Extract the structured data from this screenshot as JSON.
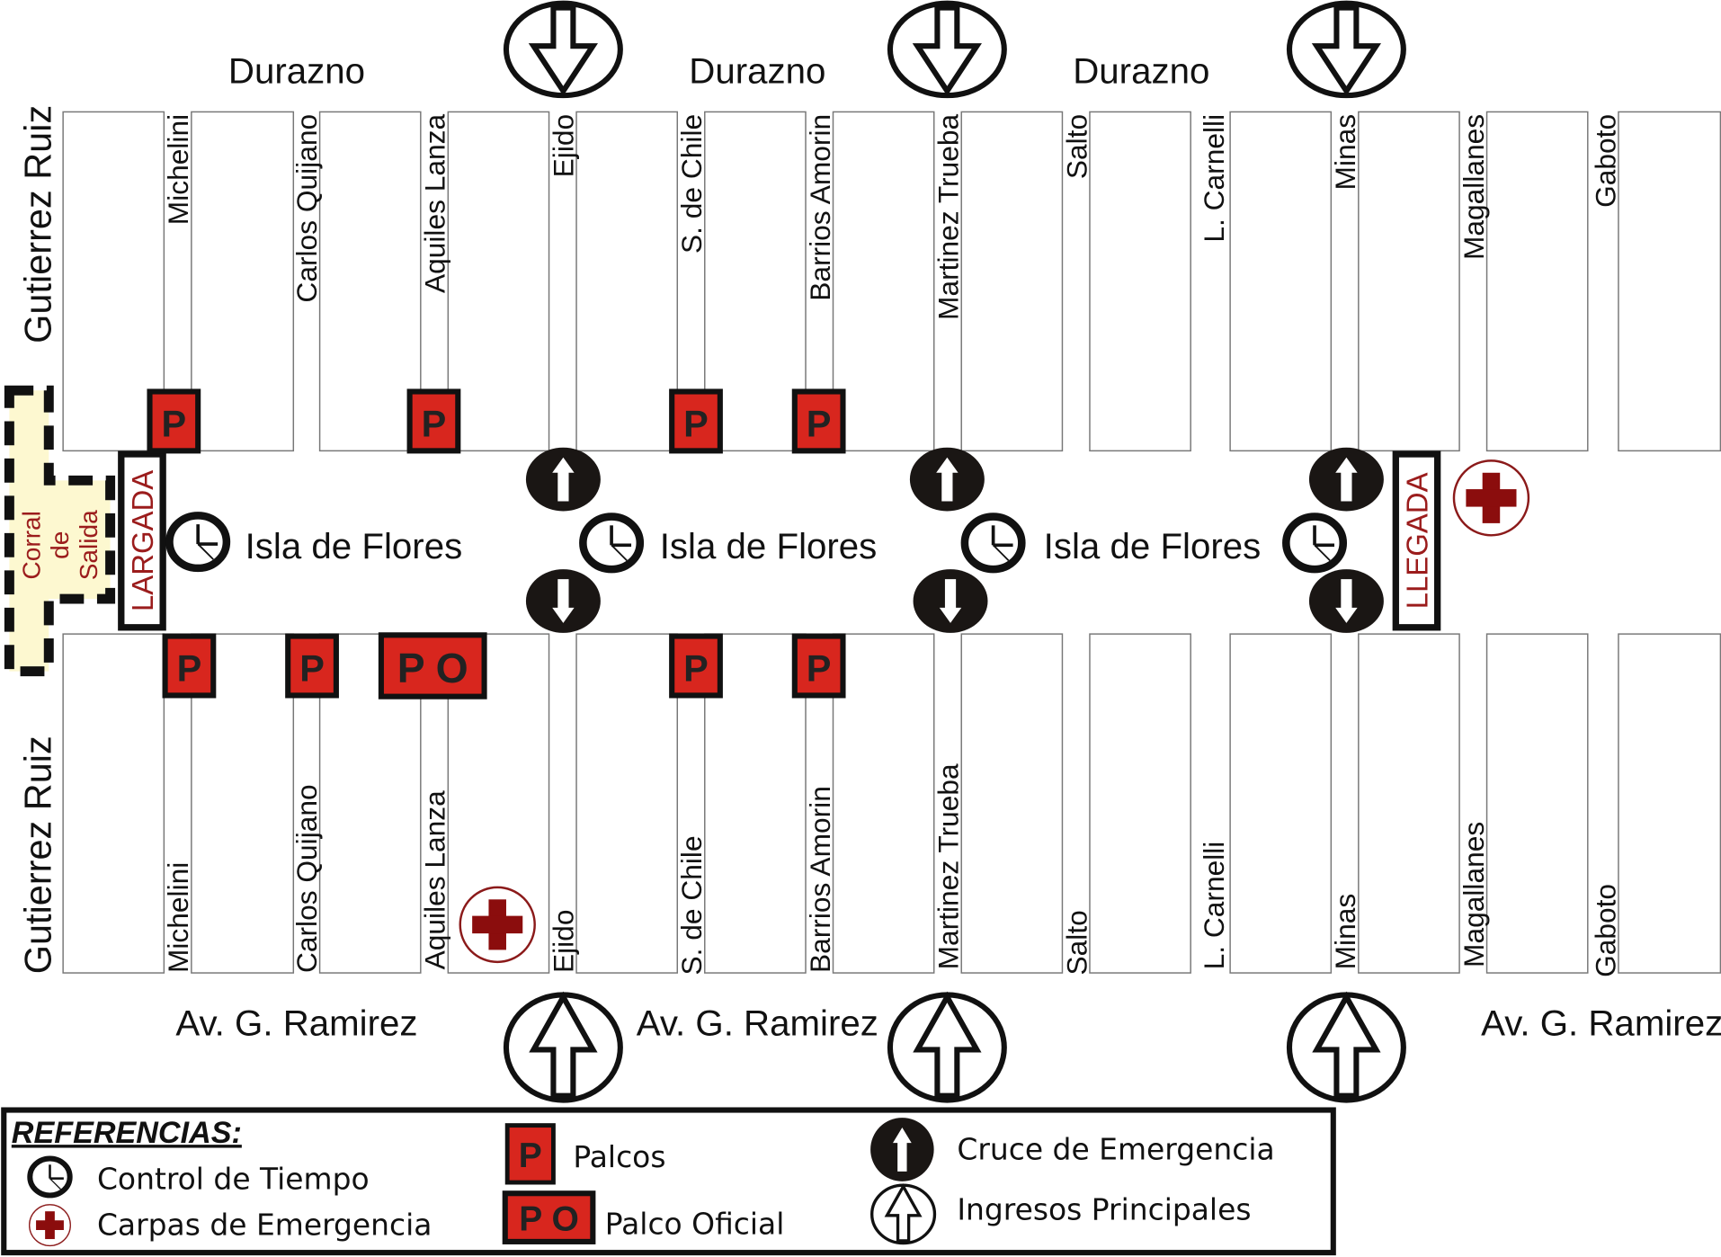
{
  "map": {
    "top_street": "Durazno",
    "middle_street": "Isla de Flores",
    "bottom_street": "Av. G. Ramirez",
    "left_street": "Gutierrez Ruiz",
    "cross_streets": [
      "Michelini",
      "Carlos Quijano",
      "Aquiles Lanza",
      "Ejido",
      "S. de Chile",
      "Barrios Amorin",
      "Martinez Trueba",
      "Salto",
      "L. Carnelli",
      "Minas",
      "Magallanes",
      "Gaboto"
    ],
    "start_label": "LARGADA",
    "finish_label": "LLEGADA",
    "corral_lines": [
      "Corral",
      "de",
      "Salida"
    ],
    "palco_label": "P",
    "palco_oficial_label": "P O",
    "colors": {
      "palco_red": "#d8261e",
      "text_red": "#9b1c1c",
      "corral_fill": "#fdf8d0",
      "cruce_fill": "#1a1614"
    }
  },
  "legend": {
    "title": "REFERENCIAS:",
    "items": [
      {
        "icon": "clock-icon",
        "label": "Control de Tiempo"
      },
      {
        "icon": "red-cross-icon",
        "label": "Carpas de Emergencia"
      },
      {
        "icon": "palco-icon",
        "label": "Palcos"
      },
      {
        "icon": "palco-oficial-icon",
        "label": "Palco Oficial"
      },
      {
        "icon": "emergency-crossing-icon",
        "label": "Cruce de Emergencia"
      },
      {
        "icon": "main-entrance-icon",
        "label": "Ingresos Principales"
      }
    ]
  }
}
